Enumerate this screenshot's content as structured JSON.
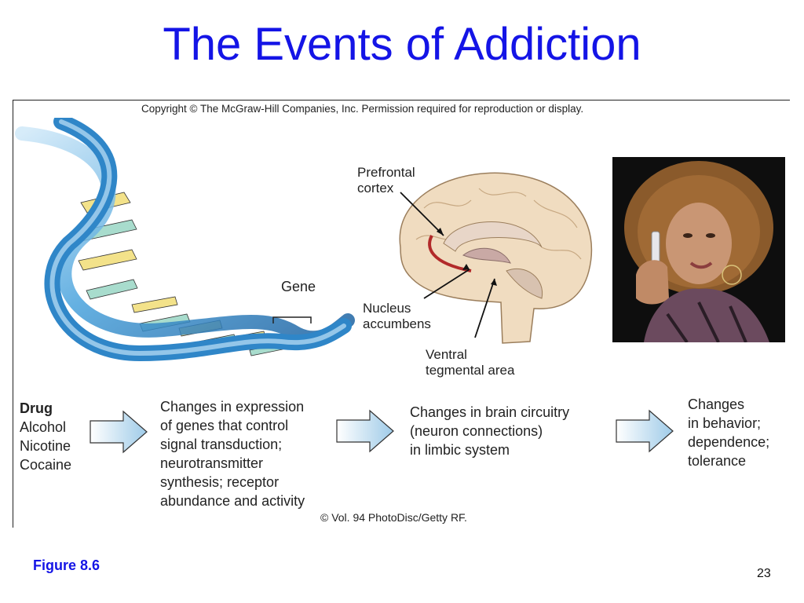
{
  "slide": {
    "title": "The Events of Addiction",
    "figure_label": "Figure 8.6",
    "page_number": "23"
  },
  "figure": {
    "copyright": "Copyright © The McGraw-Hill Companies, Inc. Permission required for reproduction or display.",
    "photo_credit": "© Vol. 94 PhotoDisc/Getty RF.",
    "dna_label": "Gene",
    "brain_labels": {
      "prefrontal_cortex": "Prefrontal\ncortex",
      "nucleus_accumbens": "Nucleus\naccumbens",
      "ventral_tegmental_area": "Ventral\ntegmental area"
    },
    "flow": {
      "drug_heading": "Drug",
      "drug_list": "Alcohol\nNicotine\nCocaine",
      "step1": "Changes in expression\nof genes that control\nsignal transduction;\nneurotransmitter\nsynthesis; receptor\nabundance and activity",
      "step2": "Changes in brain circuitry\n(neuron connections)\nin limbic system",
      "step3": "Changes\nin behavior;\ndependence;\ntolerance"
    }
  },
  "colors": {
    "title": "#1414e6",
    "dna_blue": "#3f9ad8",
    "brain_tan": "#f0dcc0",
    "arrow_fill": "#9fcbe8"
  },
  "icons": [
    "dna-helix-illustration",
    "brain-section-illustration",
    "woman-photo-illustration",
    "flow-arrow-icon"
  ]
}
